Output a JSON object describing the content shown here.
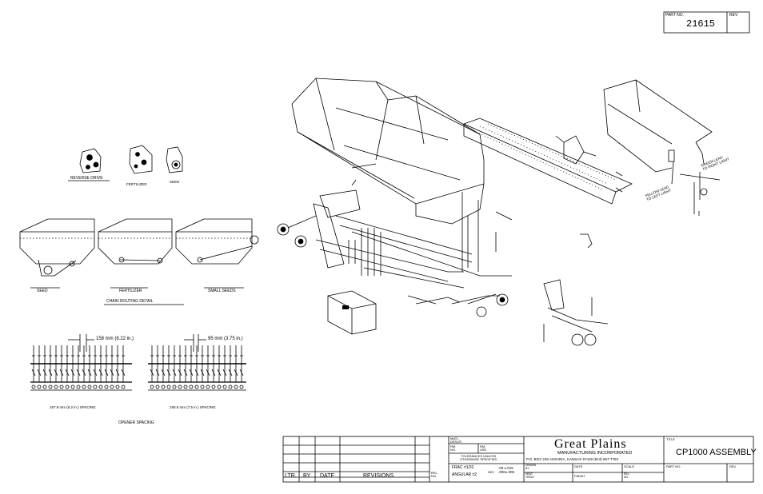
{
  "part_box": {
    "label": "PART NO.",
    "value": "21615",
    "rev_label": "REV"
  },
  "detail_labels": {
    "reverse_drive": "REVERSE DRIVE",
    "fertilizer_small": "FERTILIZER",
    "seed_small": "SEED",
    "seed": "SEED",
    "fertilizer": "FERTILIZER",
    "small_seeds": "SMALL SEEDS",
    "chain_routing": "CHAIN ROUTING DETAIL"
  },
  "opener": {
    "dim_left": "158 mm (6.22 in.)",
    "dim_right": "95 mm (3.75 in.)",
    "spacing_left": "157.9 mm (6.2 in.) SPACING",
    "spacing_right": "190.5 mm (7.5 in.) SPACING",
    "title": "OPENER SPACING"
  },
  "leads": {
    "yellow": "YELLOW LEAD\nTO LEFT LIGHT",
    "green": "GREEN LEAD\nTO RIGHT LIGHT"
  },
  "title_block": {
    "col_ltr": "LTR.",
    "col_by": "BY",
    "col_date": "DATE",
    "col_revisions": "REVISIONS",
    "col_rel_no": "REL.\nNO.",
    "matl_descr": "MATL.\nDESCR.",
    "rm_no": "RM.\nNO.",
    "rm_use": "RM.\nUSE",
    "tolerances": "TOLERANCES UNLESS\nOTHERWISE SPECIFIED",
    "frac": "FRAC ±1/32",
    "angular": "ANGULAR ±2",
    "dec_label": "DEC",
    "dec_vals": ".00 ±.015\n.000±.005",
    "company": "Great Plains",
    "company_sub": "MANUFACTURING INCORPORATED",
    "address": "P.O. BOX 245   ASSARIA, KANSAS 67416   (913) 667-7763",
    "drawn_by": "DRAWN\nBY",
    "date": "DATE",
    "scale": "SCALE",
    "heat_treat": "HEAT\nTREAT",
    "finish": "FINISH",
    "rel_no": "REL.\nNO.",
    "title_label": "TITLE",
    "title": "CP1000 ASSEMBLY",
    "part_no_label": "PART NO.",
    "rev_label": "REV"
  }
}
